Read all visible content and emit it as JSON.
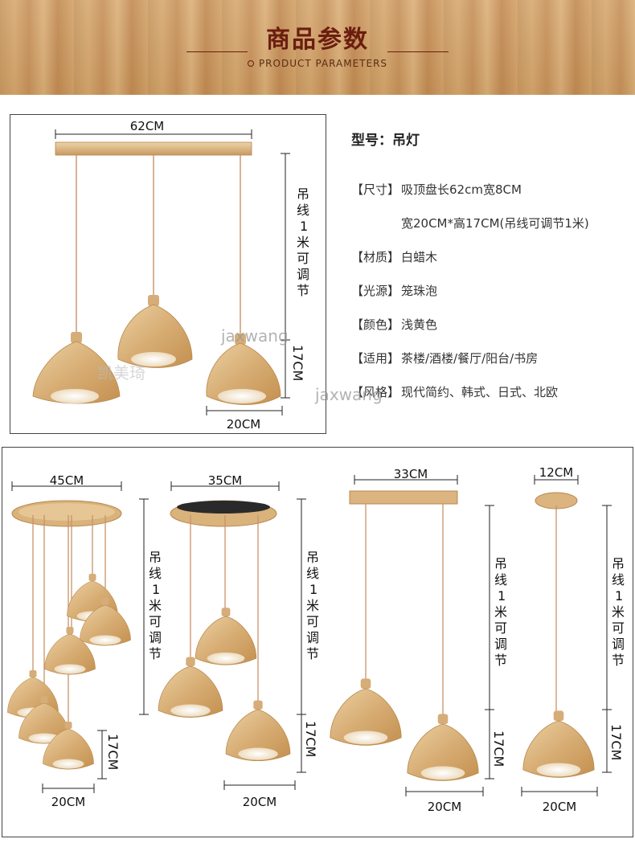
{
  "banner": {
    "title": "商品参数",
    "subtitle": "PRODUCT PARAMETERS"
  },
  "top_product": {
    "width_label": "62CM",
    "cord_label_chars": [
      "吊",
      "线",
      "1",
      "米",
      "可",
      "调",
      "节"
    ],
    "height_label": "17CM",
    "shade_width_label": "20CM",
    "watermark": "jaxwang",
    "watermark_cn": "凯美琦"
  },
  "specs": {
    "model": "型号：吊灯",
    "rows": [
      {
        "key": "【尺寸】",
        "value": "吸顶盘长62cm宽8CM"
      },
      {
        "key": "",
        "value": "宽20CM*高17CM(吊线可调节1米)"
      },
      {
        "key": "【材质】",
        "value": "白蜡木"
      },
      {
        "key": "【光源】",
        "value": "笼珠泡"
      },
      {
        "key": "【颜色】",
        "value": "浅黄色"
      },
      {
        "key": "【适用】",
        "value": "茶楼/酒楼/餐厅/阳台/书房"
      },
      {
        "key": "【风格】",
        "value": "现代简约、韩式、日式、北欧"
      }
    ],
    "watermark": "jaxwang"
  },
  "variants": [
    {
      "canopy_label": "45CM",
      "cord_chars": [
        "吊",
        "线",
        "1",
        "米",
        "可",
        "调",
        "节"
      ],
      "height_label": "17CM",
      "shade_label": "20CM"
    },
    {
      "canopy_label": "35CM",
      "cord_chars": [
        "吊",
        "线",
        "1",
        "米",
        "可",
        "调",
        "节"
      ],
      "height_label": "17CM",
      "shade_label": "20CM"
    },
    {
      "canopy_label": "33CM",
      "cord_chars": [
        "吊",
        "线",
        "1",
        "米",
        "可",
        "调",
        "节"
      ],
      "height_label": "17CM",
      "shade_label": "20CM"
    },
    {
      "canopy_label": "12CM",
      "cord_chars": [
        "吊",
        "线",
        "1",
        "米",
        "可",
        "调",
        "节"
      ],
      "height_label": "17CM",
      "shade_label": "20CM"
    }
  ],
  "colors": {
    "banner_wood": "#c99a63",
    "title_red": "#6b1d10",
    "wood_light": "#e3bf8e",
    "wood_dark": "#b98549",
    "cord": "#c8936a"
  }
}
